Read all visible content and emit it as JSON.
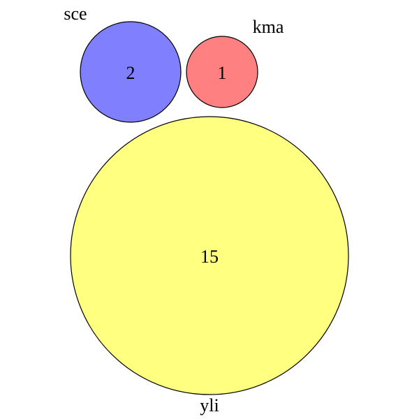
{
  "diagram": {
    "type": "venn",
    "sets": [
      {
        "id": "sce",
        "label": "sce",
        "count": "2",
        "color": "#8080ff"
      },
      {
        "id": "kma",
        "label": "kma",
        "count": "1",
        "color": "#ff8080"
      },
      {
        "id": "yli",
        "label": "yli",
        "count": "15",
        "color": "#ffff80"
      }
    ]
  }
}
